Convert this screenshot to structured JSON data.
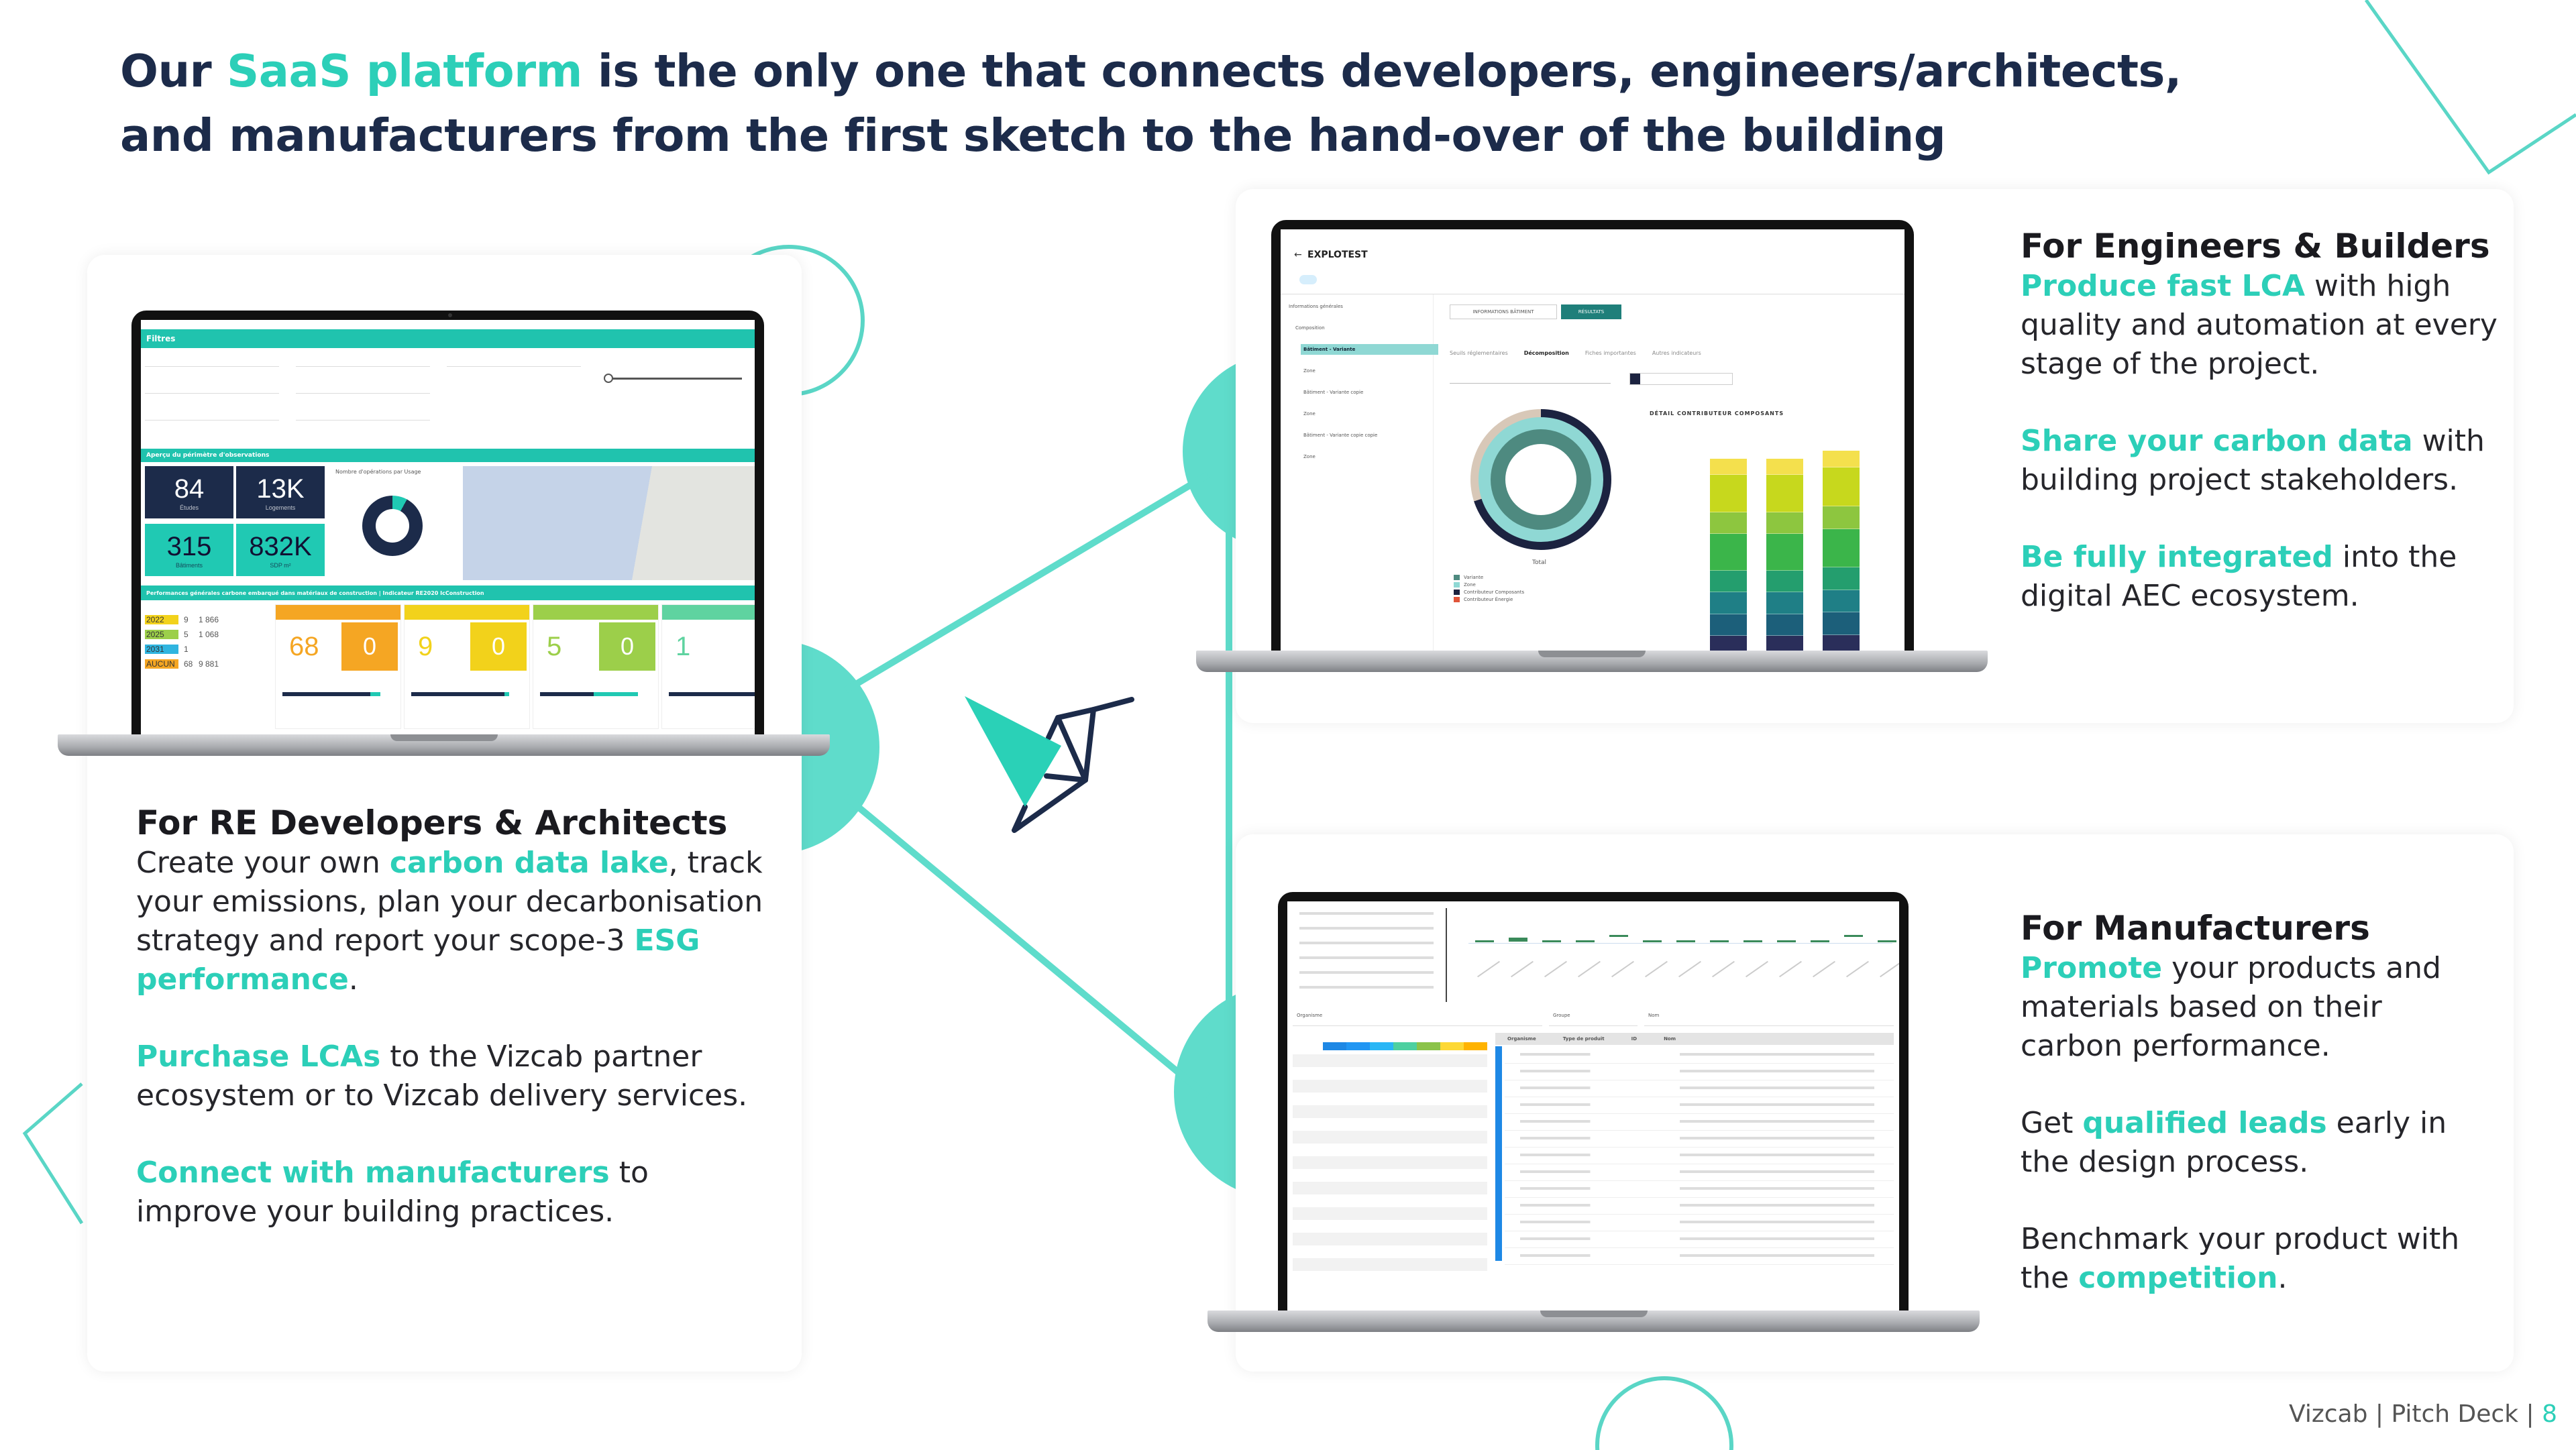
{
  "title": {
    "part1": "Our ",
    "highlight": "SaaS platform",
    "part2": " is the only one that connects developers, engineers/architects,",
    "line2": "and manufacturers from the first sketch to the hand-over of the building"
  },
  "colors": {
    "accent": "#2ccfb8",
    "navy": "#1c2b4a"
  },
  "developers": {
    "heading": "For RE Developers & Architects",
    "p1": [
      "Create your own ",
      "carbon data lake",
      ", track your emissions, plan your decarbonisation strategy and report your scope-3  ",
      "ESG performance",
      "."
    ],
    "p2": [
      "Purchase LCAs",
      " to the Vizcab partner ecosystem or to Vizcab delivery services."
    ],
    "p3": [
      "Connect with manufacturers",
      " to improve your building practices."
    ]
  },
  "engineers": {
    "heading": "For Engineers & Builders",
    "p1": [
      "Produce fast LCA",
      " with high quality and automation at every stage of the project."
    ],
    "p2": [
      "Share your carbon data",
      " with building project stakeholders."
    ],
    "p3": [
      "Be fully integrated",
      " into the digital AEC ecosystem."
    ]
  },
  "manufacturers": {
    "heading": "For Manufacturers",
    "p1": [
      "Promote",
      " your products and materials based on their carbon performance."
    ],
    "p2": [
      "Get ",
      "qualified leads",
      " early in the design process."
    ],
    "p3": [
      "Benchmark  your product with the ",
      "competition",
      "."
    ]
  },
  "dashboard": {
    "filters_title": "Filtres",
    "overview_title": "Aperçu du périmètre d'observations",
    "kpis": [
      {
        "value": "84",
        "label": "Études"
      },
      {
        "value": "13K",
        "label": "Logements"
      },
      {
        "value": "315",
        "label": "Bâtiments"
      },
      {
        "value": "832K",
        "label": "SDP m²"
      }
    ],
    "donut_title": "Nombre d'opérations par Usage",
    "donut_share": 0.08,
    "perf_title": "Performances générales carbone embarqué dans matériaux de construction | Indicateur RE2020 IcConstruction",
    "thresholds": [
      {
        "year": "2022",
        "ops": "9",
        "logements": "1 866",
        "color": "#f2d21b"
      },
      {
        "year": "2025",
        "ops": "5",
        "logements": "1 068",
        "color": "#9ccf4a"
      },
      {
        "year": "2031",
        "ops": "1",
        "logements": "",
        "color": "#2fb5e0"
      },
      {
        "year": "AUCUN",
        "ops": "68",
        "logements": "9 881",
        "color": "#f5a623"
      }
    ],
    "cards": [
      {
        "left": "68",
        "right": "0",
        "color": "#f5a623",
        "fill": 0.9
      },
      {
        "left": "9",
        "right": "0",
        "color": "#f2d21b",
        "fill": 0.95
      },
      {
        "left": "5",
        "right": "0",
        "color": "#9ccf4a",
        "fill": 0.55
      },
      {
        "left": "1",
        "right": "",
        "color": "#5fd3a0",
        "fill": 0.9
      }
    ]
  },
  "lca_app": {
    "project": "EXPLOTEST",
    "back_icon": "arrow-left-icon",
    "btn_info": "INFORMATIONS BÂTIMENT",
    "btn_results": "RÉSULTATS",
    "tabs": [
      "Seuils réglementaires",
      "Décomposition",
      "Fiches importantes",
      "Autres indicateurs"
    ],
    "sidebar": [
      "Informations générales",
      "Composition",
      "Bâtiment - Variante",
      "Zone",
      "Bâtiment - Variante copie",
      "Zone",
      "Bâtiment - Variante copie copie",
      "Zone"
    ],
    "detail_title": "DÉTAIL CONTRIBUTEUR COMPOSANTS",
    "donut_label": "Total",
    "legend": [
      {
        "label": "Variante",
        "color": "#4e8a80"
      },
      {
        "label": "Zone",
        "color": "#8fd8d4"
      },
      {
        "label": "Contributeur Composants",
        "color": "#1c2340"
      },
      {
        "label": "Contributeur Énergie",
        "color": "#e0553a"
      }
    ],
    "stack_colors": [
      "#f4e04d",
      "#c7d81d",
      "#8dc63f",
      "#3bb54a",
      "#249e6e",
      "#1f7f86",
      "#1c5f7a",
      "#2a2e5a"
    ]
  },
  "manufacturer_app": {
    "filters": [
      "Organisme",
      "Groupe",
      "Nom"
    ],
    "heat_colors": [
      "#1e88e5",
      "#2196f3",
      "#29b6f6",
      "#4dd0a0",
      "#8bc34a",
      "#fdd835",
      "#ffb300"
    ],
    "table_headers": [
      "Organisme",
      "Type de produit",
      "ID",
      "Nom"
    ]
  },
  "footer": {
    "text": "Vizcab | Pitch Deck | ",
    "page": "8"
  }
}
